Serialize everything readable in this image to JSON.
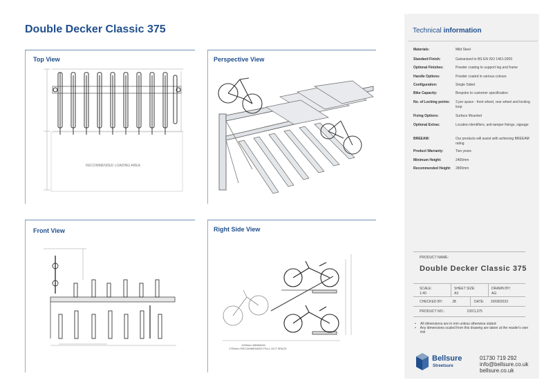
{
  "title": "Double Decker Classic 375",
  "views": {
    "top": "Top View",
    "perspective": "Perspective View",
    "front": "Front View",
    "side": "Right Side View"
  },
  "top_view_annotation": "RECOMMENDED LOADING AREA",
  "side_view_annotations": [
    "1345mm MINIMUM",
    "1750mm RECOMMENDED PULL OUT SPACE"
  ],
  "technical": {
    "title_light": "Technical",
    "title_bold": "information",
    "rows": [
      {
        "label": "Materials:",
        "value": "Mild Steel"
      },
      {
        "label": "Standard Finish:",
        "value": "Galvanised to BS EN ISO 1461:2009"
      },
      {
        "label": "Optional Finishes:",
        "value": "Powder coating to support leg and frame"
      },
      {
        "label": "Handle Options:",
        "value": "Powder coated in various colours"
      },
      {
        "label": "Configuration:",
        "value": "Single Sided"
      },
      {
        "label": "Bike Capacity:",
        "value": "Bespoke to customer specification"
      },
      {
        "label": "No. of Locking points:",
        "value": "3 per space - front wheel, rear wheel and locking loop"
      },
      {
        "label": "Fixing Options:",
        "value": "Surface Mounted"
      },
      {
        "label": "Optional Extras:",
        "value": "Location identifiers, anti-tamper fixings, signage"
      },
      {
        "label": "BREEAM:",
        "value": "Our products will assist with achieving BREEAM rating"
      },
      {
        "label": "Product Warranty:",
        "value": "Two years"
      },
      {
        "label": "Minimum Height:",
        "value": "2400mm"
      },
      {
        "label": "Recommended Height:",
        "value": "2800mm"
      }
    ]
  },
  "title_block": {
    "product_name_label": "PRODUCT NAME:",
    "product_name": "Double Decker Classic 375",
    "scale_label": "SCALE:",
    "scale": "1:40",
    "sheet_size_label": "SHEET SIZE:",
    "sheet_size": "A3",
    "drawn_by_label": "DRAWN BY:",
    "drawn_by": "AG",
    "checked_by_label": "CHECKED BY:",
    "checked_by": "JB",
    "date_label": "DATE:",
    "date": "20/09/2023",
    "product_no_label": "PRODUCT NO.:",
    "product_no": "DDCL375"
  },
  "notes": [
    "All dimensions are in mm unless otherwise stated",
    "Any dimensions scaled from this drawing are taken at the reader's own risk"
  ],
  "brand": {
    "name": "Bellsure",
    "sub": "Streetsure",
    "phone": "01730 719 292",
    "email": "info@bellsure.co.uk",
    "web": "bellsure.co.uk",
    "accent": "#1f4e8c"
  }
}
